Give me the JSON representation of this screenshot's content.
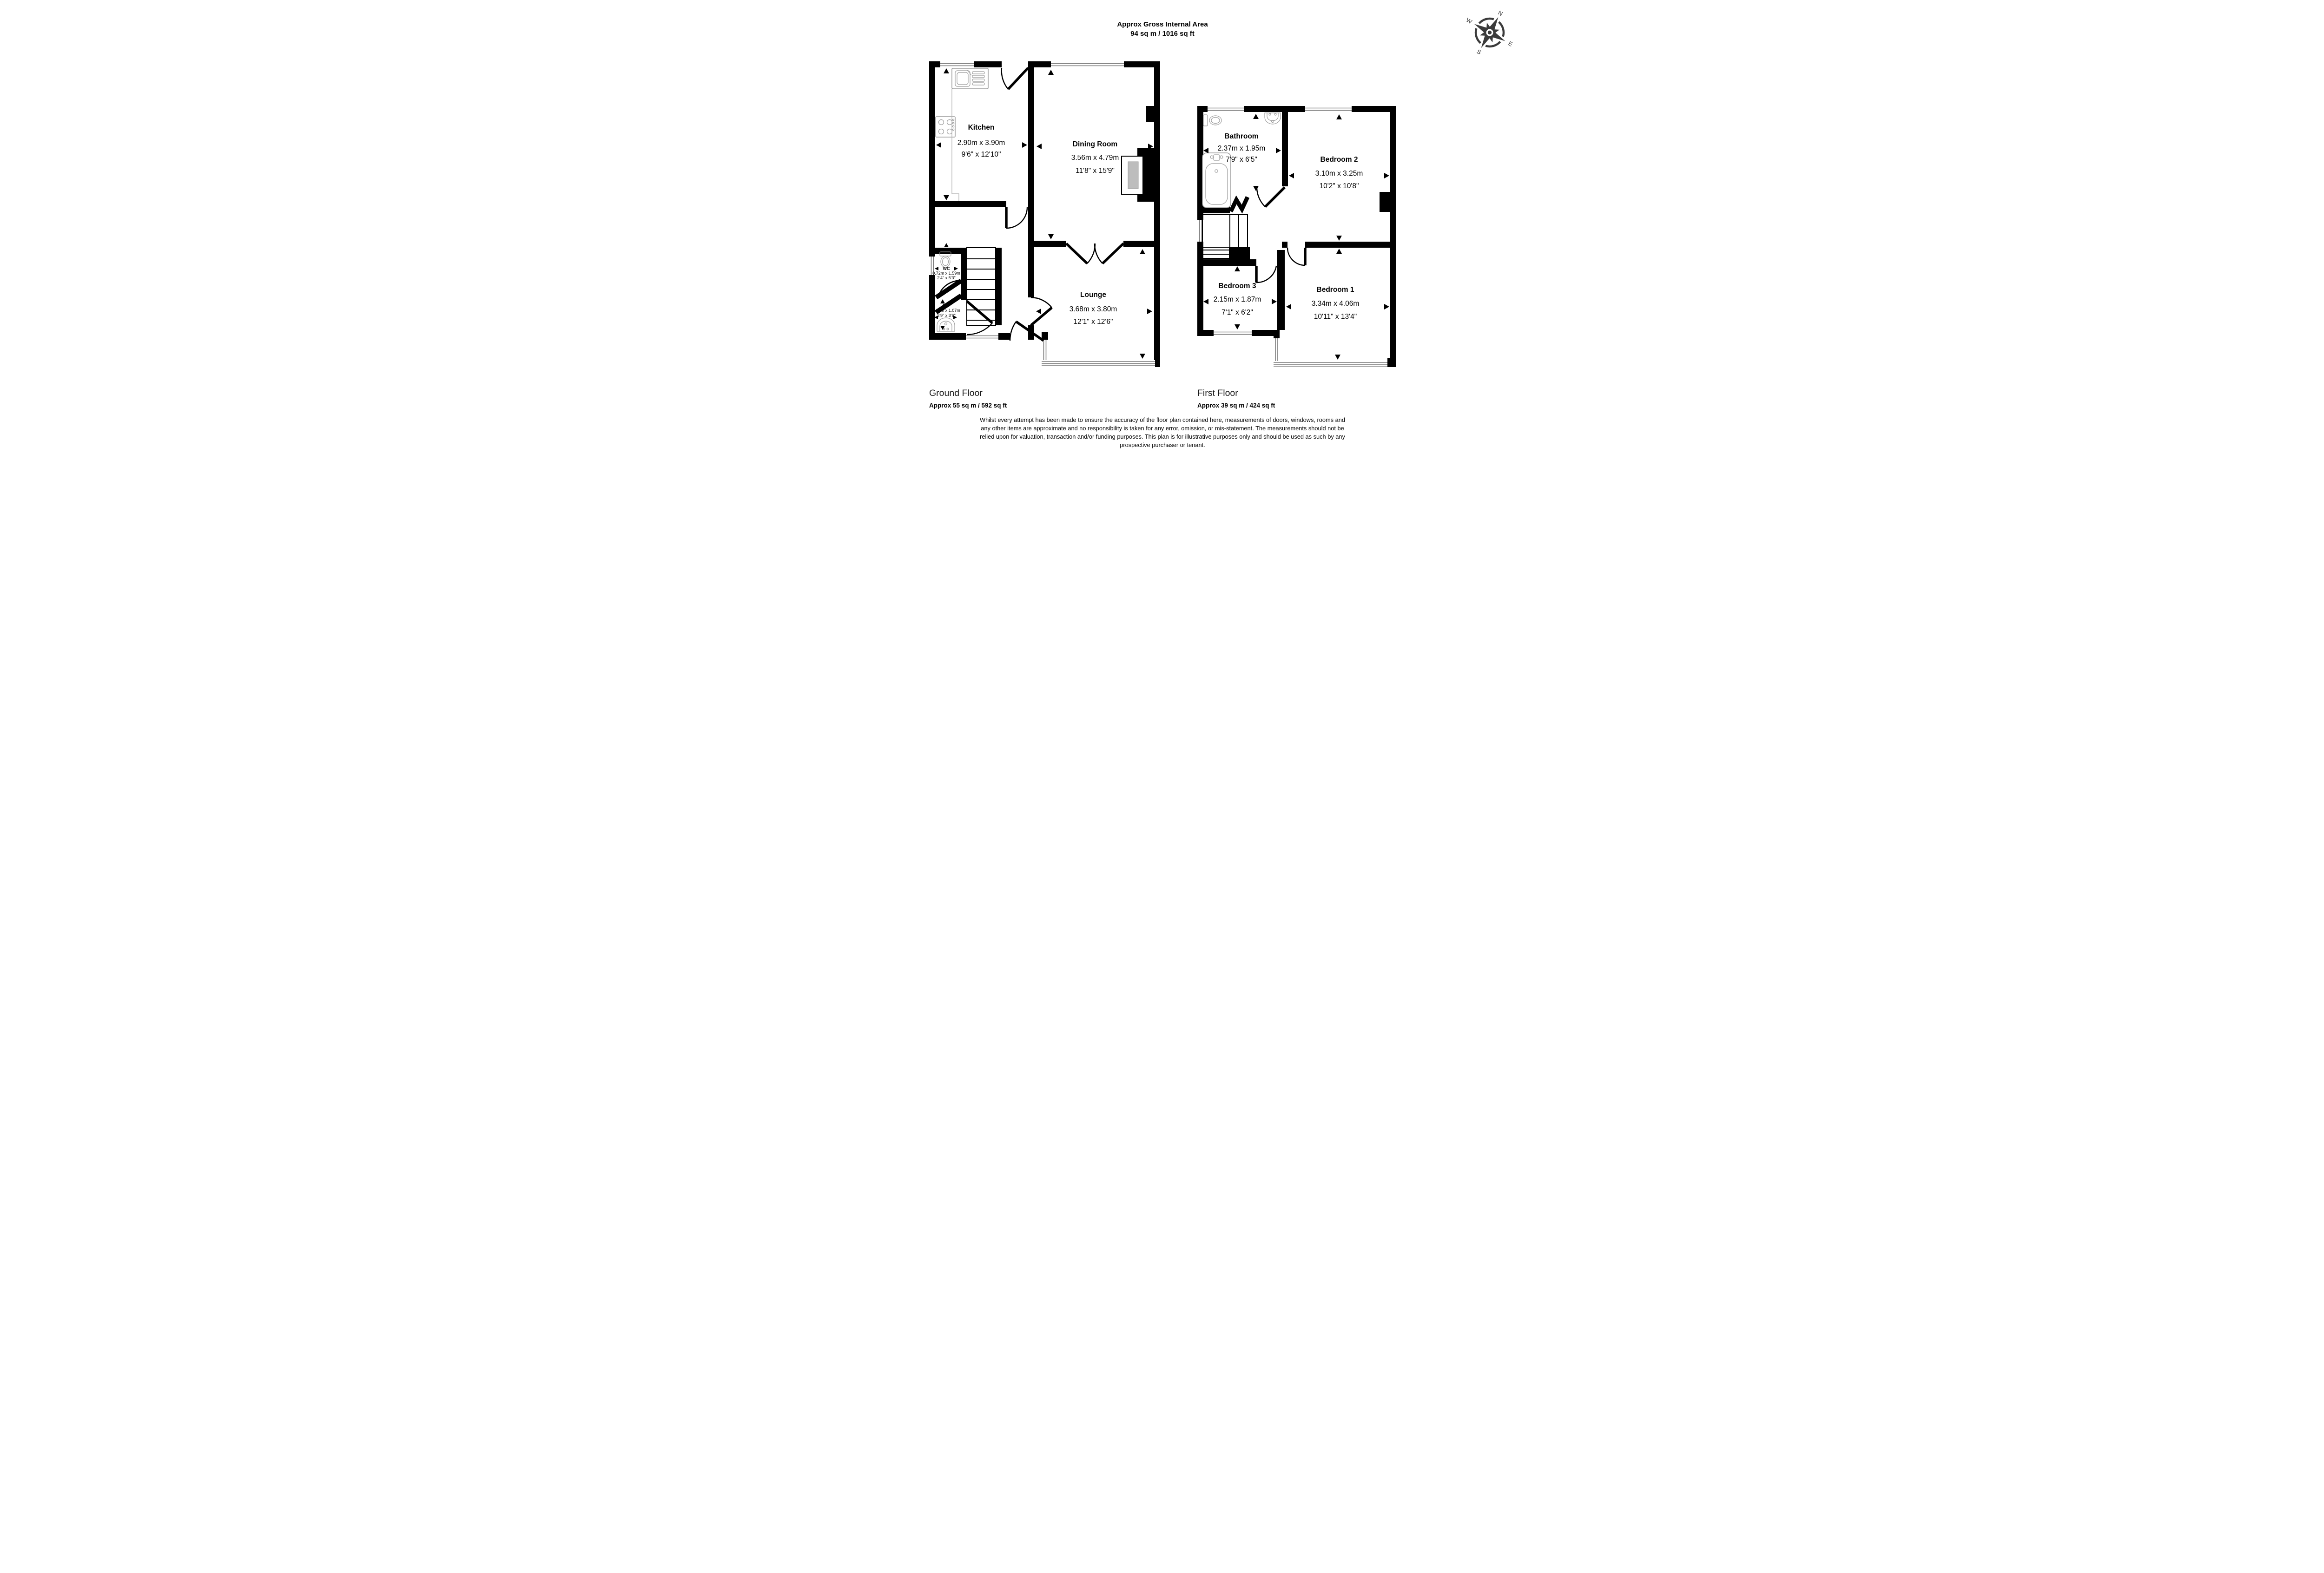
{
  "header": {
    "title": "Approx Gross Internal Area",
    "area_line": "94 sq m / 1016 sq ft"
  },
  "compass": {
    "n": "N",
    "e": "E",
    "s": "S",
    "w": "W"
  },
  "ground_floor": {
    "label": "Ground Floor",
    "area": "Approx 55 sq m / 592 sq ft",
    "rooms": {
      "kitchen": {
        "name": "Kitchen",
        "metric": "2.90m x 3.90m",
        "imperial": "9'6\" x 12'10\""
      },
      "dining": {
        "name": "Dining Room",
        "metric": "3.56m x 4.79m",
        "imperial": "11'8\" x 15'9\""
      },
      "lounge": {
        "name": "Lounge",
        "metric": "3.68m x 3.80m",
        "imperial": "12'1\" x 12'6\""
      },
      "wc1": {
        "name": "WC",
        "metric": "0.72m x 1.59m",
        "imperial": "2'4\" x 5'3\""
      },
      "wc2": {
        "name": "WC",
        "metric": "0.84m x 1.07m",
        "imperial": "2'9\" x 3'6\""
      }
    }
  },
  "first_floor": {
    "label": "First Floor",
    "area": "Approx 39 sq m / 424 sq ft",
    "rooms": {
      "bathroom": {
        "name": "Bathroom",
        "metric": "2.37m x 1.95m",
        "imperial": "7'9\" x 6'5\""
      },
      "bedroom2": {
        "name": "Bedroom 2",
        "metric": "3.10m x 3.25m",
        "imperial": "10'2\" x 10'8\""
      },
      "bedroom3": {
        "name": "Bedroom 3",
        "metric": "2.15m x 1.87m",
        "imperial": "7'1\" x 6'2\""
      },
      "bedroom1": {
        "name": "Bedroom 1",
        "metric": "3.34m x 4.06m",
        "imperial": "10'11\" x 13'4\""
      }
    }
  },
  "disclaimer": {
    "line1": "Whilst every attempt has been made to ensure the accuracy of the floor plan contained here, measurements of doors, windows, rooms and",
    "line2": "any other items are approximate and no responsibility is taken for any error, omission, or mis-statement. The measurements should not be",
    "line3": "relied upon for valuation, transaction and/or funding purposes. This plan is for illustrative purposes only and should be used as such by any",
    "line4": "prospective purchaser or tenant."
  },
  "colors": {
    "wall": "#000000",
    "fixture_outline": "#9b9b9b",
    "window_line": "#787878",
    "compass": "#3b3b3b",
    "fireplace_grate": "#bdbdbd"
  }
}
